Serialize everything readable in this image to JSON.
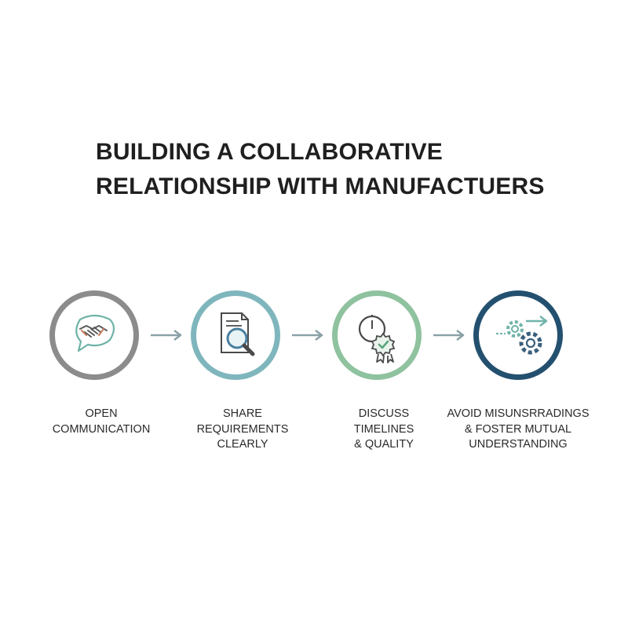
{
  "title": {
    "line1": "BUILDING A COLLABORATIVE",
    "line2": "RELATIONSHIP WITH MANUFACTUERS"
  },
  "steps": [
    {
      "icon": "handshake-speech-bubble-icon",
      "color": "#8c8c8c",
      "label": [
        "OPEN",
        "COMMUNICATION"
      ]
    },
    {
      "icon": "document-magnifier-icon",
      "color": "#7fb6bd",
      "label": [
        "SHARE",
        "REQUIREMENTS",
        "CLEARLY"
      ]
    },
    {
      "icon": "clock-quality-badge-icon",
      "color": "#8fc29f",
      "label": [
        "DISCUSS",
        "TIMELINES",
        "& QUALITY"
      ]
    },
    {
      "icon": "gears-arrows-icon",
      "color": "#24506f",
      "label": [
        "AVOID MISUNSRRADINGS",
        "& FOSTER MUTUAL",
        "UNDERSTANDING"
      ]
    }
  ],
  "arrow_color": "#8aa1a6"
}
